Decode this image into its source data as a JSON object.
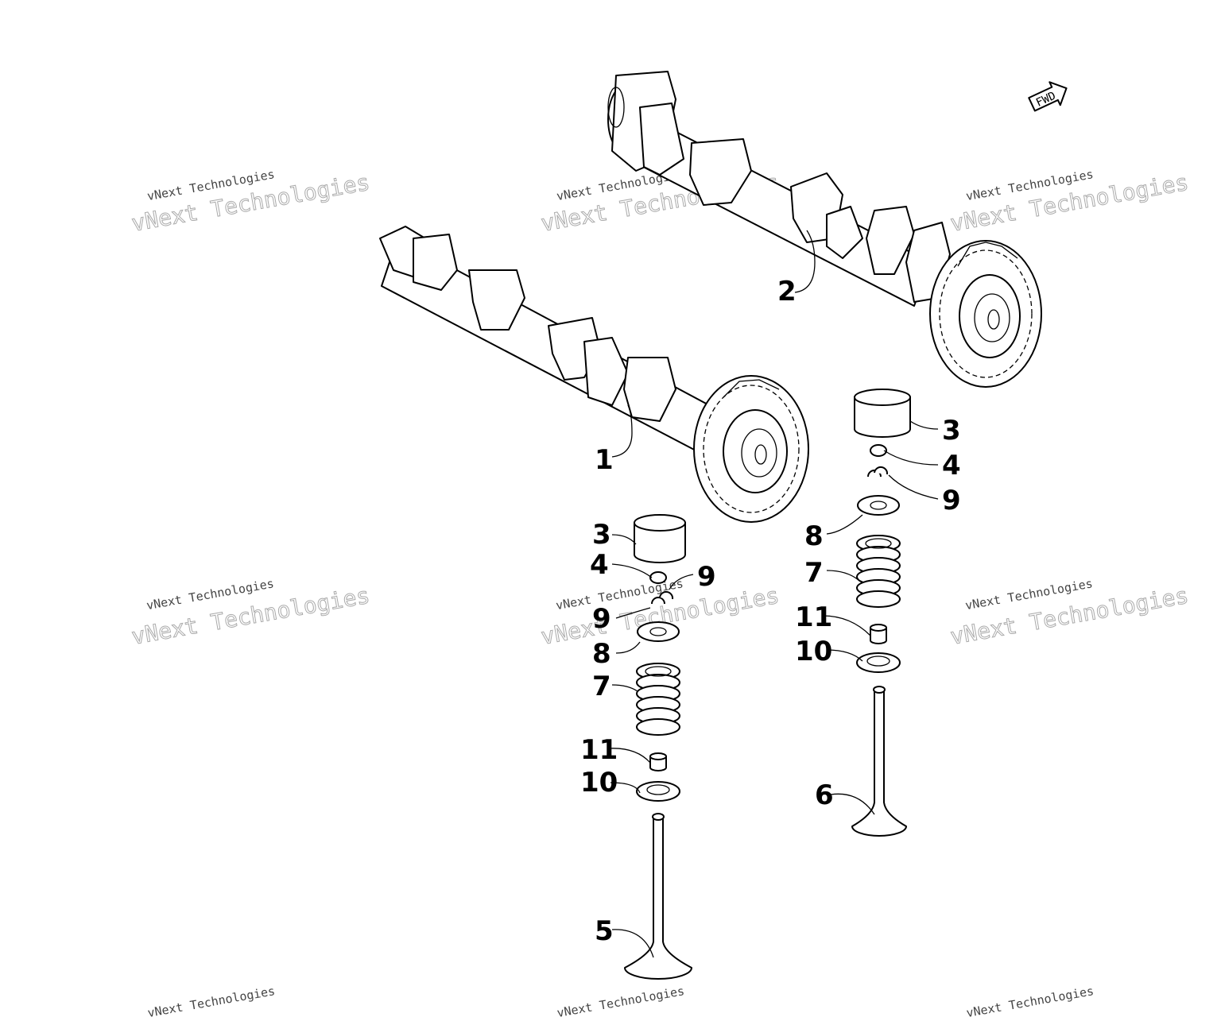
{
  "fwd_label": "FWD",
  "watermark": {
    "small": "vNext Technologies",
    "big": "vNext Technologies"
  },
  "callouts": {
    "camshaft_intake": "1",
    "camshaft_exhaust": "2",
    "lifter_right": "3",
    "shim_right": "4",
    "keeper_right": "9",
    "retainer_right": "8",
    "spring_right": "7",
    "seal_right": "11",
    "seat_right": "10",
    "valve_right": "6",
    "lifter_left": "3",
    "shim_left": "4",
    "keeper_left_a": "9",
    "keeper_left_b": "9",
    "retainer_left": "8",
    "spring_left": "7",
    "seal_left": "11",
    "seat_left": "10",
    "valve_left": "5"
  }
}
